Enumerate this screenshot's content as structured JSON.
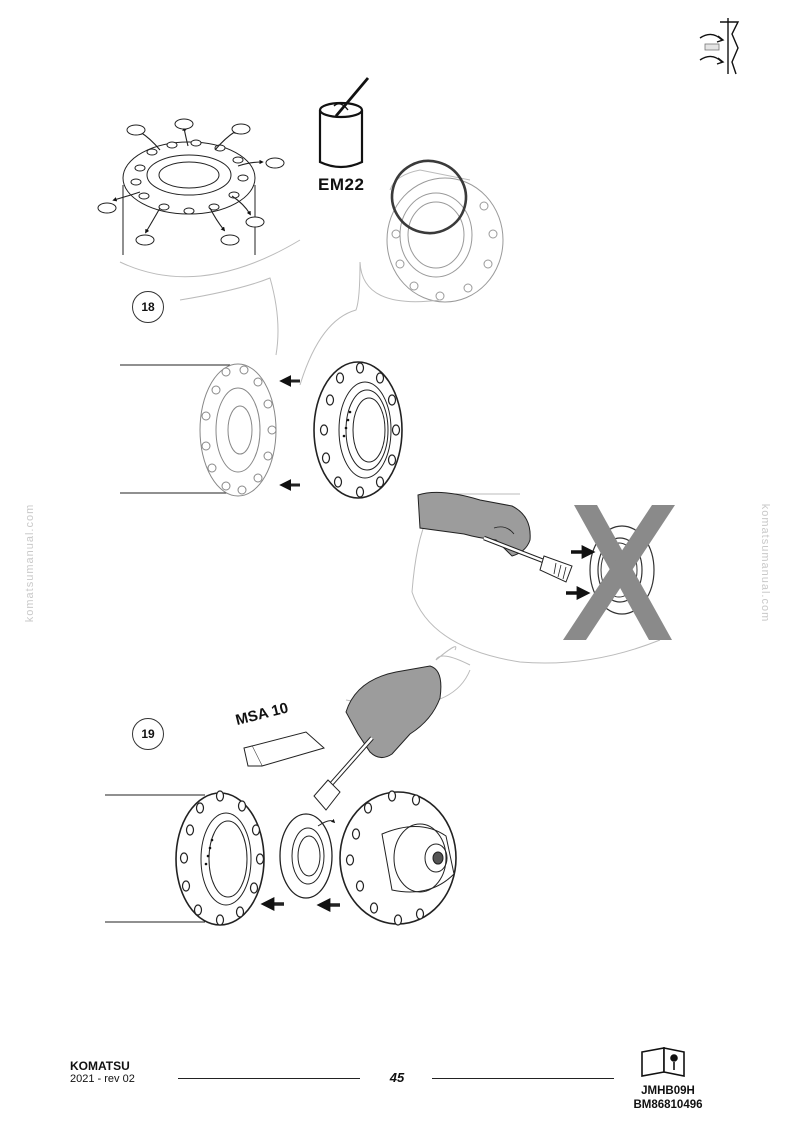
{
  "steps": {
    "step_18": "18",
    "step_19": "19"
  },
  "products": {
    "grease": "EM22",
    "sealant": "MSA 10"
  },
  "watermark": "komatsumanual.com",
  "footer": {
    "brand": "KOMATSU",
    "revision": "2021 -  rev 02",
    "page": "45",
    "code_1": "JMHB09H",
    "code_2": "BM86810496"
  },
  "icons": {
    "header": "section-tab-icon",
    "footer": "manual-book-icon",
    "brush": "brush-icon",
    "prohibited": "cross-mark-icon"
  },
  "colors": {
    "glove": "#9c9c9c",
    "cross": "#8a8a8a",
    "line": "#222222",
    "ring_highlight": "#3a3a3a"
  }
}
